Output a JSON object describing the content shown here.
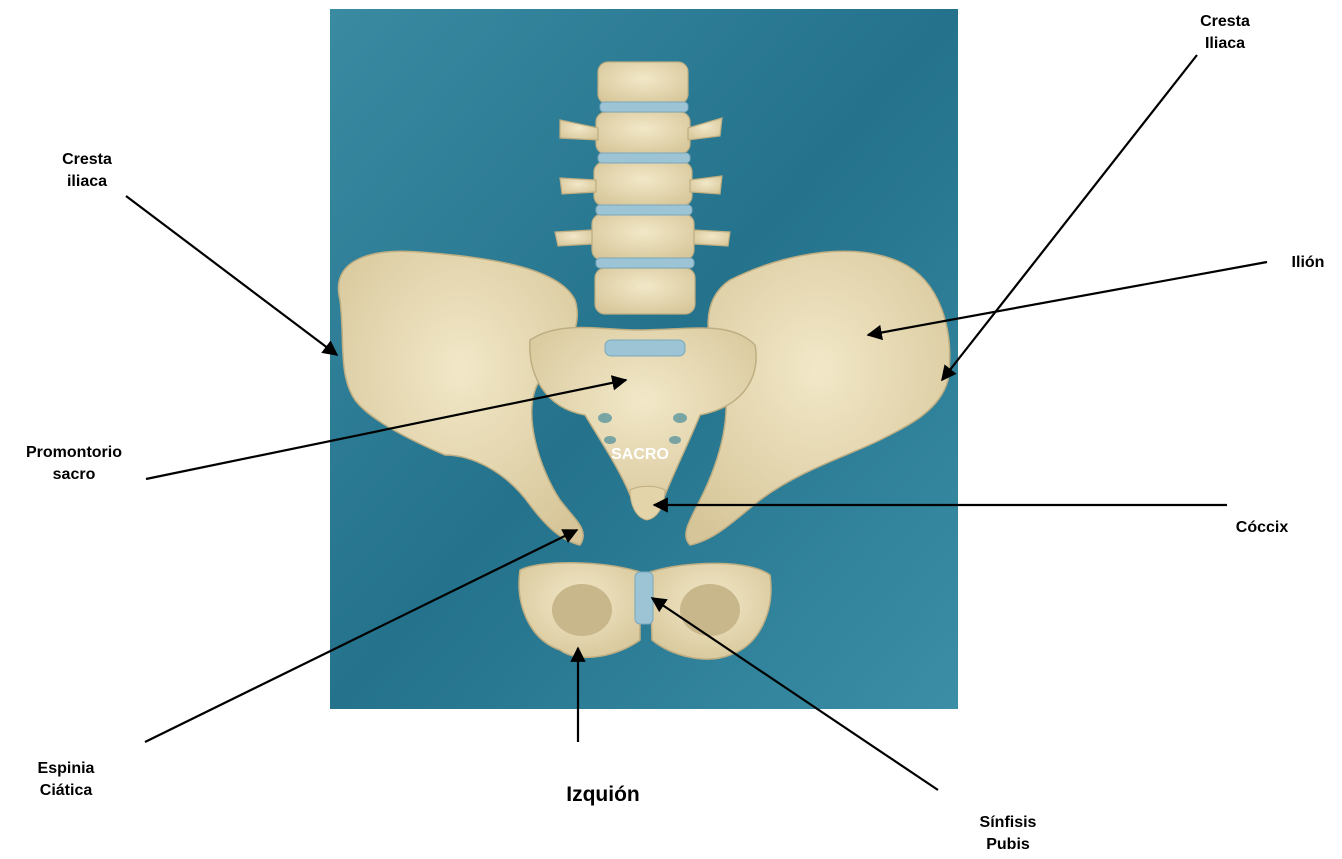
{
  "figure": {
    "center_label": "SACRO",
    "labels": {
      "cresta_iliaca_left": [
        "Cresta",
        "iliaca"
      ],
      "cresta_iliaca_right": [
        "Cresta",
        "Iliaca"
      ],
      "ilion": [
        "Ilión"
      ],
      "promontorio": [
        "Promontorio",
        "sacro"
      ],
      "coccix": [
        "Cóccix"
      ],
      "espinia": [
        "Espinia",
        "Ciática"
      ],
      "izquion": [
        "Izquión"
      ],
      "sinfisis": [
        "Sínfisis",
        "Pubis"
      ]
    },
    "colors": {
      "background_panel": "#2f7f96",
      "bone": "#e9dcb6",
      "bone_shade": "#c9b98e",
      "disc": "#9cc4d4",
      "arrow": "#000000"
    }
  }
}
